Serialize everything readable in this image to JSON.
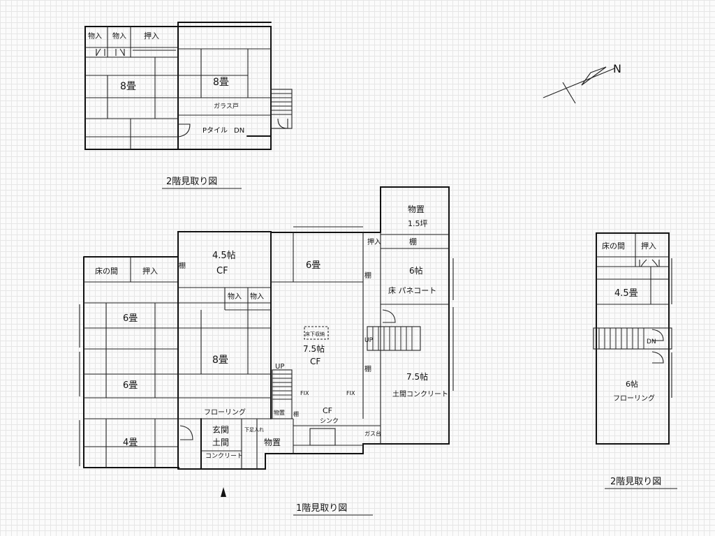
{
  "upper_floor_main": {
    "title": "2階見取り図",
    "rooms": {
      "oshiire_small_1": "物入",
      "oshiire_small_2": "物入",
      "oshiire_1": "押入",
      "room_8jo_1": "8畳",
      "room_8jo_2": "8畳",
      "glass_door": "ガラス戸",
      "p_tile": "Pタイル",
      "dn": "DN"
    }
  },
  "upper_floor_annex": {
    "title": "2階見取り図",
    "rooms": {
      "tokonoma": "床の間",
      "oshiire": "押入",
      "room_45jo": "4.5畳",
      "dn": "DN",
      "room_6jo": "6帖",
      "flooring": "フローリング"
    }
  },
  "ground_floor": {
    "title": "1階見取り図",
    "rooms": {
      "storage_top": "物置",
      "storage_top_size": "1.5坪",
      "shelf_top": "棚",
      "oshiire_top": "押入",
      "room_6cho_bane": "6帖",
      "floor_panel": "床 パネコート",
      "room_45cho_cf": "4.5帖",
      "cf_1": "CF",
      "shelf_left": "棚",
      "room_6jo_top": "6畳",
      "tokonoma": "床の間",
      "oshiire_left": "押入",
      "monoire_1": "物入",
      "monoire_2": "物入",
      "room_6jo_a": "6畳",
      "heater": "床下収納",
      "room_75cho_kitchen": "7.5帖",
      "cf_2": "CF",
      "room_8jo": "8畳",
      "shelf_mid_1": "棚",
      "shelf_mid_2": "棚",
      "up_1": "UP",
      "up_2": "UP",
      "room_75cho_doma": "7.5帖",
      "doma_concrete": "土間コンクリート",
      "room_6jo_b": "6畳",
      "fix_1": "FIX",
      "fix_2": "FIX",
      "flooring": "フローリング",
      "storage_small": "物置",
      "shelf_small": "棚",
      "cf_3": "CF",
      "sink": "シンク",
      "gas": "ガス台",
      "room_4jo": "4畳",
      "genkan": "玄関",
      "genkan_doma": "土間",
      "genkan_concrete": "コンクリート",
      "geta_bako": "下足入れ",
      "storage_bottom": "物置"
    }
  },
  "compass": {
    "label": "N"
  }
}
